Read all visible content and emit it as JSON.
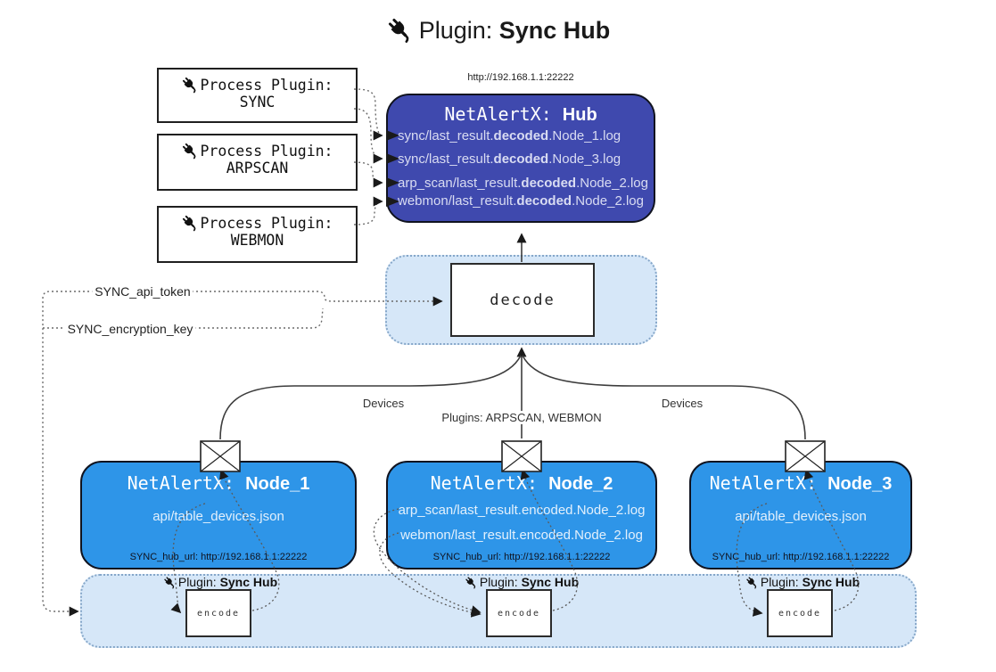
{
  "title": {
    "prefix": "Plugin: ",
    "bold": "Sync Hub"
  },
  "process_plugins": [
    {
      "line1": "Process Plugin:",
      "name": "SYNC"
    },
    {
      "line1": "Process Plugin:",
      "name": "ARPSCAN"
    },
    {
      "line1": "Process Plugin:",
      "name": "WEBMON"
    }
  ],
  "hub": {
    "url": "http://192.168.1.1:22222",
    "title_prefix": "NetAlertX: ",
    "title_bold": "Hub",
    "logs": [
      {
        "pre": "sync/last_result.",
        "bold": "decoded",
        "post": ".Node_1.log"
      },
      {
        "pre": "sync/last_result.",
        "bold": "decoded",
        "post": ".Node_3.log"
      },
      {
        "pre": "arp_scan/last_result.",
        "bold": "decoded",
        "post": ".Node_2.log"
      },
      {
        "pre": "webmon/last_result.",
        "bold": "decoded",
        "post": ".Node_2.log"
      }
    ]
  },
  "decode": {
    "label": "decode"
  },
  "settings": {
    "api_token": "SYNC_api_token",
    "encryption_key": "SYNC_encryption_key"
  },
  "edge_labels": {
    "devices_left": "Devices",
    "devices_right": "Devices",
    "plugins_center": "Plugins: ARPSCAN, WEBMON"
  },
  "nodes": [
    {
      "title_prefix": "NetAlertX: ",
      "title_bold": "Node_1",
      "files": [
        "api/table_devices.json"
      ],
      "hub_url": "SYNC_hub_url: http://192.168.1.1:22222"
    },
    {
      "title_prefix": "NetAlertX: ",
      "title_bold": "Node_2",
      "files": [
        "arp_scan/last_result.encoded.Node_2.log",
        "webmon/last_result.encoded.Node_2.log"
      ],
      "hub_url": "SYNC_hub_url: http://192.168.1.1:22222"
    },
    {
      "title_prefix": "NetAlertX: ",
      "title_bold": "Node_3",
      "files": [
        "api/table_devices.json"
      ],
      "hub_url": "SYNC_hub_url: http://192.168.1.1:22222"
    }
  ],
  "sync_plugin": {
    "label_prefix": "Plugin: ",
    "label_bold": "Sync Hub",
    "encode_label": "encode"
  },
  "colors": {
    "hub_bg": "#3f49ae",
    "hub_text": "#d9dcf2",
    "node_bg": "#2e95e8",
    "node_text": "#e3f0fc",
    "container_bg": "#d6e7f8",
    "container_border": "#86a7c9"
  }
}
